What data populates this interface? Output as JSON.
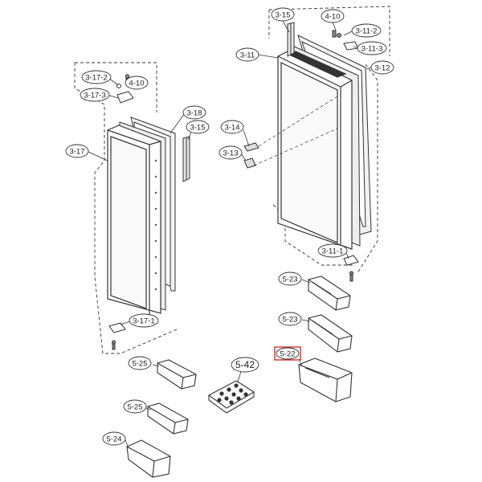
{
  "diagram": {
    "callouts": [
      {
        "id": "c-3-15-top",
        "label": "3-15"
      },
      {
        "id": "c-4-10-top",
        "label": "4-10"
      },
      {
        "id": "c-3-11-2",
        "label": "3-11-2"
      },
      {
        "id": "c-3-11-3",
        "label": "3-11-3"
      },
      {
        "id": "c-3-11",
        "label": "3-11"
      },
      {
        "id": "c-3-12",
        "label": "3-12"
      },
      {
        "id": "c-3-17-2",
        "label": "3-17-2"
      },
      {
        "id": "c-4-10-left",
        "label": "4-10"
      },
      {
        "id": "c-3-17-3",
        "label": "3-17-3"
      },
      {
        "id": "c-3-18",
        "label": "3-18"
      },
      {
        "id": "c-3-15-left",
        "label": "3-15"
      },
      {
        "id": "c-3-17",
        "label": "3-17"
      },
      {
        "id": "c-3-14",
        "label": "3-14"
      },
      {
        "id": "c-3-13",
        "label": "3-13"
      },
      {
        "id": "c-3-11-1",
        "label": "3-11-1"
      },
      {
        "id": "c-5-23-a",
        "label": "5-23"
      },
      {
        "id": "c-5-23-b",
        "label": "5-23"
      },
      {
        "id": "c-3-17-1",
        "label": "3-17-1"
      },
      {
        "id": "c-5-22",
        "label": "5-22"
      },
      {
        "id": "c-5-25-a",
        "label": "5-25"
      },
      {
        "id": "c-5-42",
        "label": "5-42"
      },
      {
        "id": "c-5-25-b",
        "label": "5-25"
      },
      {
        "id": "c-5-24",
        "label": "5-24"
      }
    ],
    "highlight_color": "#cc2222",
    "line_color": "#333333"
  }
}
